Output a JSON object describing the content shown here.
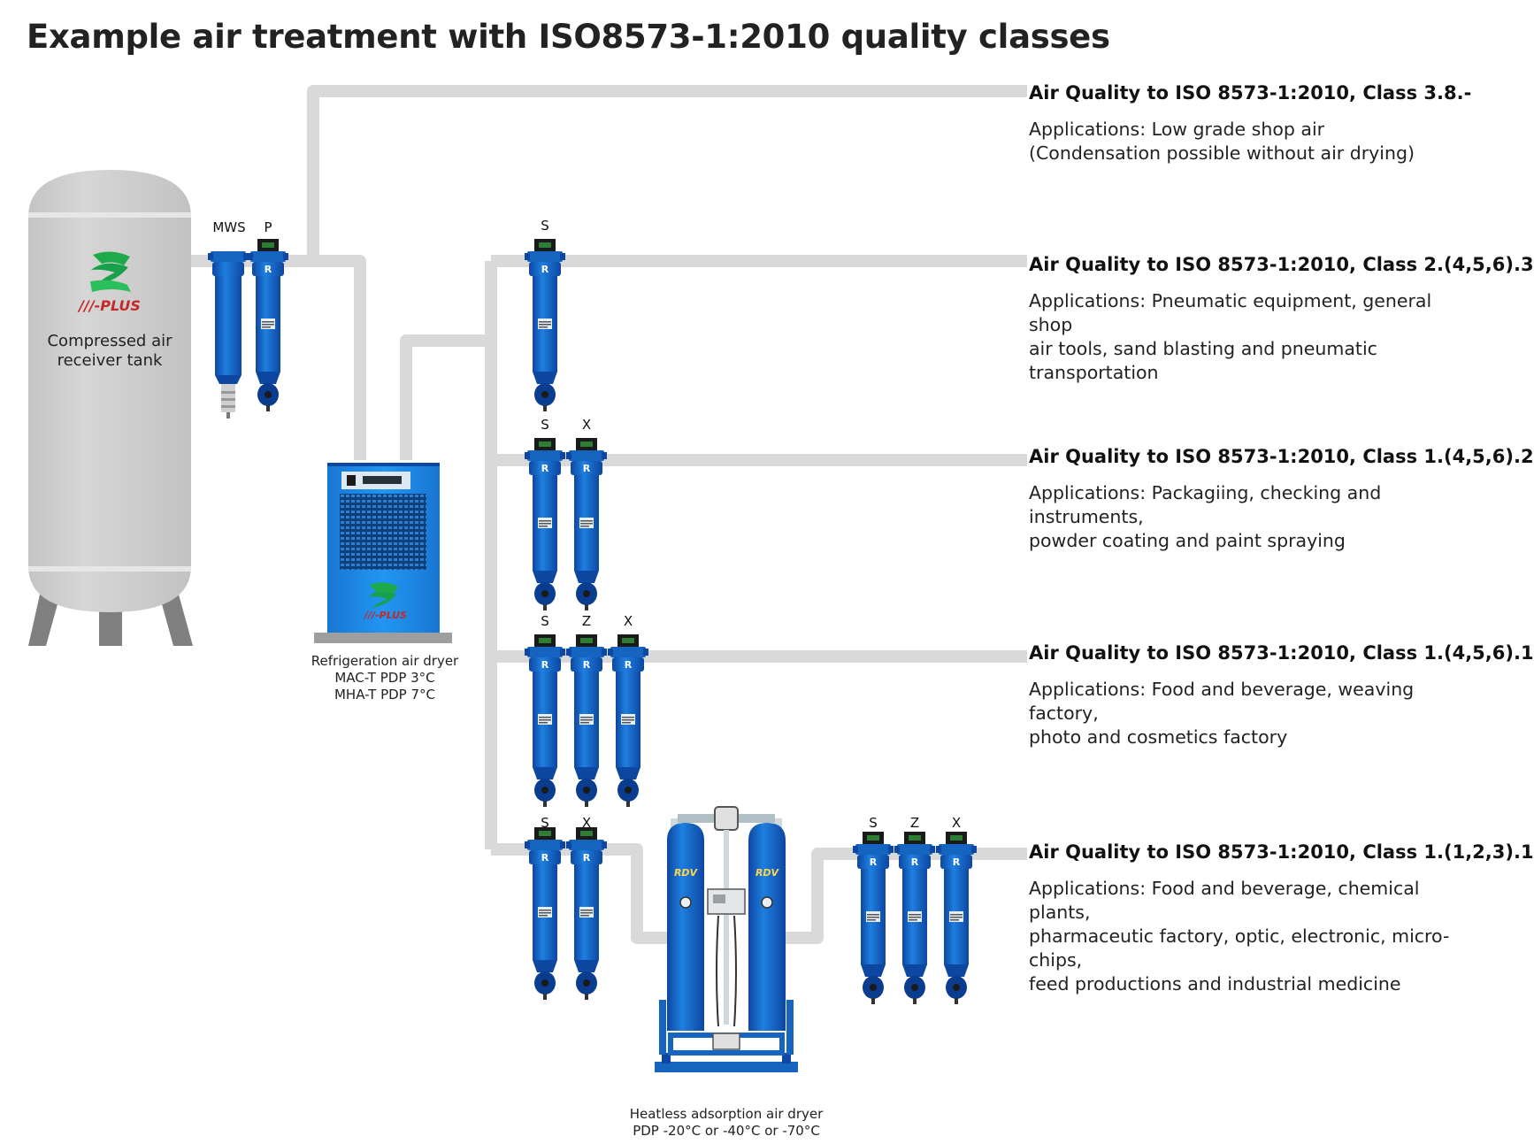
{
  "title": "Example air treatment with ISO8573-1:2010 quality classes",
  "colors": {
    "pipe": "#d9d9d9",
    "tank": "#cfcfcf",
    "filter_blue": "#1565c0",
    "dryer_blue": "#1e88e5",
    "logo_green": "#1faa4a",
    "logo_red": "#c62828"
  },
  "tank": {
    "logo_text": "///-PLUS",
    "label_line1": "Compressed air",
    "label_line2": "receiver tank"
  },
  "refrigeration_dryer": {
    "logo_text": "///-PLUS",
    "line1": "Refrigeration air dryer",
    "line2": "MAC-T PDP 3°C",
    "line3": "MHA-T PDP 7°C"
  },
  "adsorption_dryer": {
    "line1": "Heatless adsorption air dryer",
    "line2": "PDP -20°C or -40°C or -70°C"
  },
  "filter_labels": {
    "mws": "MWS",
    "p": "P",
    "s": "S",
    "x": "X",
    "z": "Z"
  },
  "quality_classes": [
    {
      "heading": "Air Quality to ISO 8573-1:2010, Class 3.8.-",
      "body_line1": "Applications: Low grade shop air",
      "body_line2": "(Condensation possible without air drying)",
      "body_line3": ""
    },
    {
      "heading": "Air Quality to ISO 8573-1:2010, Class 2.(4,5,6).3",
      "body_line1": "Applications: Pneumatic equipment, general shop",
      "body_line2": "air tools, sand blasting and pneumatic transportation",
      "body_line3": ""
    },
    {
      "heading": "Air Quality to ISO 8573-1:2010, Class 1.(4,5,6).2",
      "body_line1": "Applications: Packagiing, checking and instruments,",
      "body_line2": "powder coating and paint spraying",
      "body_line3": ""
    },
    {
      "heading": "Air Quality to ISO 8573-1:2010, Class 1.(4,5,6).1",
      "body_line1": "Applications: Food and beverage, weaving factory,",
      "body_line2": "photo and cosmetics factory",
      "body_line3": ""
    },
    {
      "heading": "Air Quality to ISO 8573-1:2010, Class 1.(1,2,3).1",
      "body_line1": "Applications: Food and beverage, chemical plants,",
      "body_line2": "pharmaceutic factory, optic, electronic, micro-chips,",
      "body_line3": "feed productions and industrial medicine"
    }
  ]
}
